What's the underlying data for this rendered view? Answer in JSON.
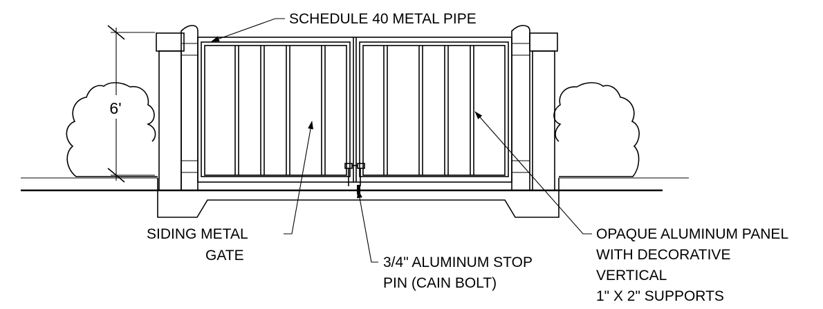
{
  "labels": {
    "pipe": "SCHEDULE 40 METAL PIPE",
    "gate_line1": "SIDING METAL",
    "gate_line2": "GATE",
    "pin_line1": "3/4\" ALUMINUM STOP",
    "pin_line2": "PIN (CAIN BOLT)",
    "panel_line1": "OPAQUE ALUMINUM PANEL",
    "panel_line2": "WITH DECORATIVE",
    "panel_line3": "VERTICAL",
    "panel_line4": "1\" X 2\" SUPPORTS"
  },
  "dimension": {
    "height": "6'"
  }
}
